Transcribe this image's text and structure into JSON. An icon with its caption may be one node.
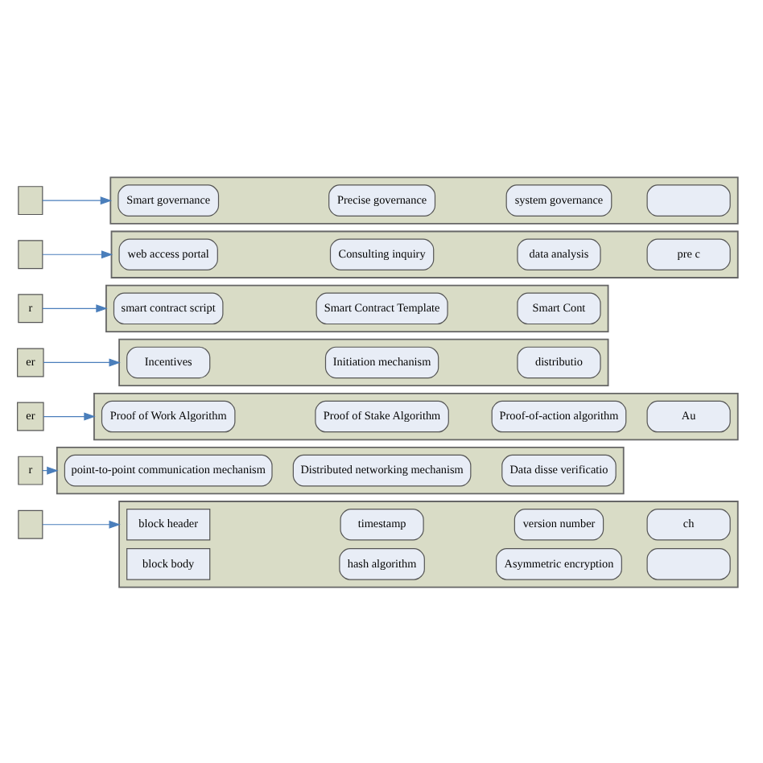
{
  "diagram": {
    "nodes": [
      {
        "text": [],
        "shape": "box"
      },
      {
        "text": [],
        "shape": "box"
      },
      {
        "text": [
          "Smart governance"
        ],
        "in": 1
      },
      {
        "text": [
          "Precise governance"
        ],
        "in": 1
      },
      {
        "text": [
          "system governance"
        ],
        "in": 1
      },
      {
        "text": [],
        "shape": "box",
        "in": 1
      },
      {
        "text": [],
        "shape": "box"
      },
      {
        "text": [],
        "shape": "box"
      },
      {
        "text": [
          "web access portal"
        ],
        "in": 7
      },
      {
        "text": [
          "Consulting inquiry"
        ],
        "in": 7
      },
      {
        "text": [
          "data analysis"
        ],
        "in": 7
      },
      {
        "text": [
          "pre c"
        ],
        "in": 7
      },
      {
        "text": [
          "r"
        ]
      },
      {
        "text": [],
        "shape": "box"
      },
      {
        "text": [
          "smart contract script"
        ],
        "in": 13
      },
      {
        "text": [
          "Smart Contract Template"
        ],
        "in": 13
      },
      {
        "text": [
          "Smart Cont"
        ],
        "in": 13
      },
      {
        "text": [
          "er"
        ]
      },
      {
        "text": [],
        "shape": "box"
      },
      {
        "text": [
          "Incentives"
        ],
        "in": 18
      },
      {
        "text": [
          "Initiation mechanism"
        ],
        "in": 18
      },
      {
        "text": [
          "distributio"
        ],
        "in": 18
      },
      {
        "text": [
          "er"
        ]
      },
      {
        "text": [],
        "shape": "box"
      },
      {
        "text": [
          "Proof of Work Algorithm"
        ],
        "in": 23
      },
      {
        "text": [
          "Proof of Stake Algorithm"
        ],
        "in": 23
      },
      {
        "text": [
          "Proof-of-action algorithm"
        ],
        "in": 23
      },
      {
        "text": [
          "Au"
        ],
        "in": 23
      },
      {
        "text": [
          "r"
        ]
      },
      {
        "text": [],
        "shape": "box"
      },
      {
        "text": [
          "point-to-point communication mechanism"
        ],
        "in": 29
      },
      {
        "text": [
          "Distributed networking mechanism"
        ],
        "in": 29
      },
      {
        "text": [
          "Data disse verificatio"
        ],
        "in": 29
      },
      {
        "text": [],
        "shape": "box"
      },
      {
        "text": [],
        "shape": "box"
      },
      {
        "text": [
          "block header"
        ],
        "in": 34
      },
      {
        "text": [
          "timestamp"
        ],
        "in": 34
      },
      {
        "text": [
          "version number"
        ],
        "in": 34
      },
      {
        "text": [
          "ch"
        ],
        "in": 34
      },
      {
        "text": [
          "block body"
        ],
        "in": 34
      },
      {
        "text": [
          "hash algorithm"
        ],
        "in": 34
      },
      {
        "text": [
          "Asymmetric encryption"
        ],
        "in": 34
      },
      {
        "text": [],
        "shape": "box",
        "in": 34
      }
    ],
    "edges": [
      {
        "from": 0,
        "to": 1,
        "arrow": "to"
      },
      {
        "from": 6,
        "to": 7,
        "arrow": "to"
      },
      {
        "from": 12,
        "to": 13,
        "arrow": "to"
      },
      {
        "from": 17,
        "to": 18,
        "arrow": "to"
      },
      {
        "from": 22,
        "to": 23,
        "arrow": "to"
      },
      {
        "from": 28,
        "to": 29,
        "arrow": "to"
      },
      {
        "from": 33,
        "to": 34,
        "arrow": "to"
      }
    ]
  }
}
